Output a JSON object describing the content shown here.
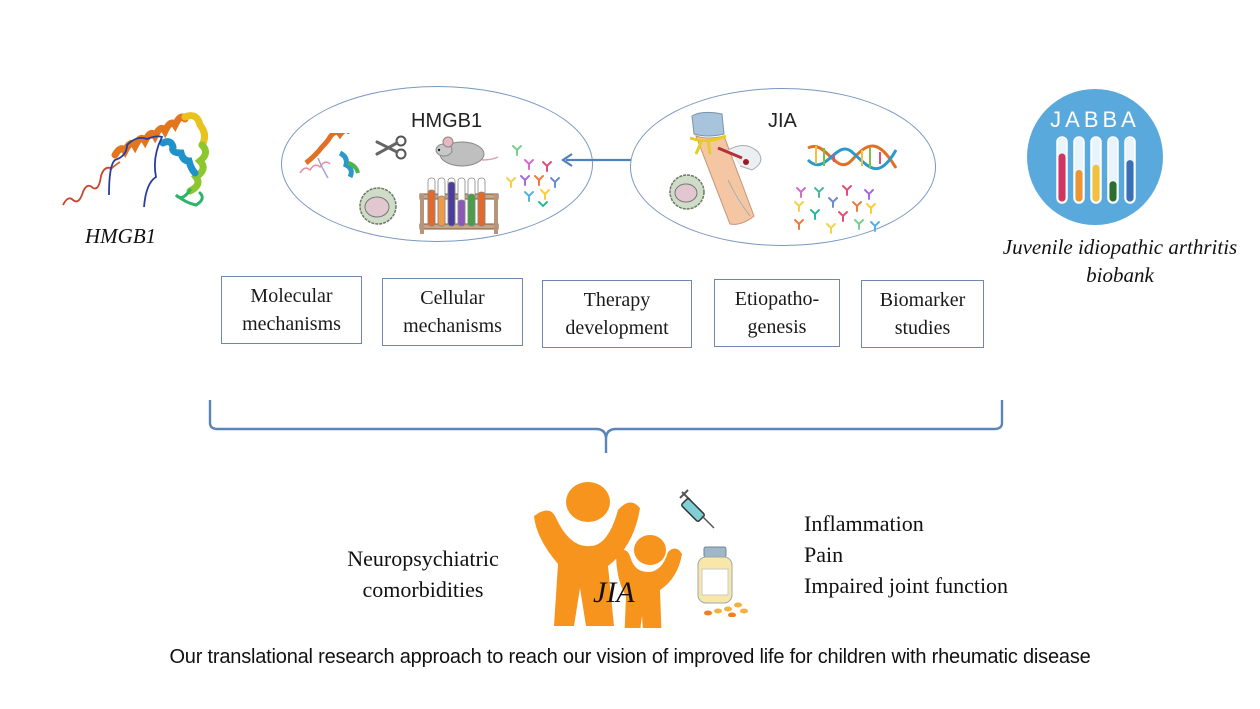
{
  "protein": {
    "label": "HMGB1"
  },
  "ovals": [
    {
      "title": "HMGB1",
      "icons": [
        "protein-structure-icon",
        "scissors-icon",
        "mouse-icon",
        "antibodies-icon",
        "cell-icon",
        "test-tube-rack-icon"
      ]
    },
    {
      "title": "JIA",
      "icons": [
        "blood-draw-arm-icon",
        "dna-icon",
        "cell-icon",
        "antibodies-icon"
      ]
    }
  ],
  "connector": {
    "type": "bidirectional-arrow",
    "color": "#4f81bd"
  },
  "jabba": {
    "logo_text": "JABBA",
    "caption_line1": "Juvenile idiopathic arthritis",
    "caption_line2": "biobank",
    "circle_color": "#5aa9dd",
    "tube_colors": [
      "#d0345f",
      "#ee9533",
      "#f2c23c",
      "#2c6e2e",
      "#3a6fb5"
    ],
    "tube_fill_levels": [
      0.75,
      0.5,
      0.58,
      0.33,
      0.65
    ]
  },
  "research_areas": [
    {
      "line1": "Molecular",
      "line2": "mechanisms"
    },
    {
      "line1": "Cellular",
      "line2": "mechanisms"
    },
    {
      "line1": "Therapy",
      "line2": "development"
    },
    {
      "line1": "Etiopatho-",
      "line2": "genesis"
    },
    {
      "line1": "Biomarker",
      "line2": "studies"
    }
  ],
  "bracket": {
    "color": "#5b84b9"
  },
  "outcome": {
    "figure_label": "JIA",
    "figure_color": "#f7941d",
    "left_line1": "Neuropsychiatric",
    "left_line2": "comorbidities",
    "right_items": [
      "Inflammation",
      "Pain",
      "Impaired joint function"
    ]
  },
  "caption": "Our translational research approach to reach our vision of improved life for children with rheumatic disease"
}
